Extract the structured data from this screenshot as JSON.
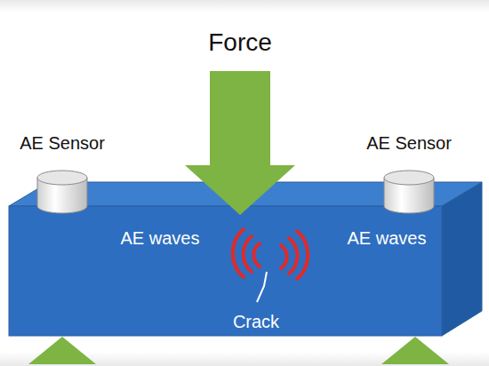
{
  "diagram": {
    "nodes": [
      {
        "text": [
          "AE waves",
          "AE waves"
        ]
      }
    ],
    "labels": [
      "Force",
      "AE Sensor",
      "AE Sensor",
      "Crack"
    ]
  }
}
